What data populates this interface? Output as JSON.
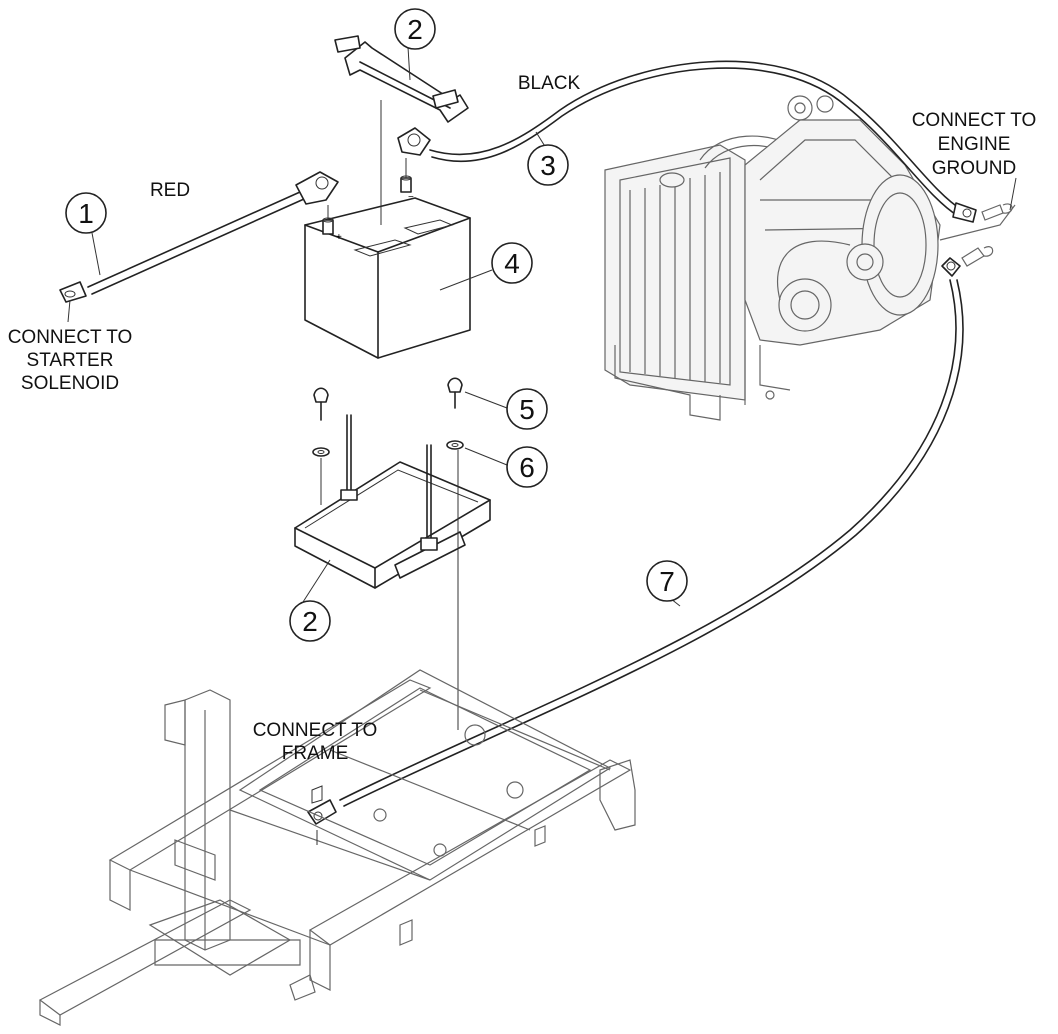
{
  "callouts": [
    "1",
    "2",
    "3",
    "4",
    "5",
    "6",
    "7",
    "2"
  ],
  "wire_labels": {
    "red": "RED",
    "black": "BLACK"
  },
  "connection_labels": {
    "starter": [
      "CONNECT TO",
      "STARTER",
      "SOLENOID"
    ],
    "engine": [
      "CONNECT TO",
      "ENGINE",
      "GROUND"
    ],
    "frame": [
      "CONNECT TO",
      "FRAME"
    ]
  },
  "colors": {
    "line": "#222222",
    "engine_line": "#666666",
    "background": "#ffffff"
  }
}
